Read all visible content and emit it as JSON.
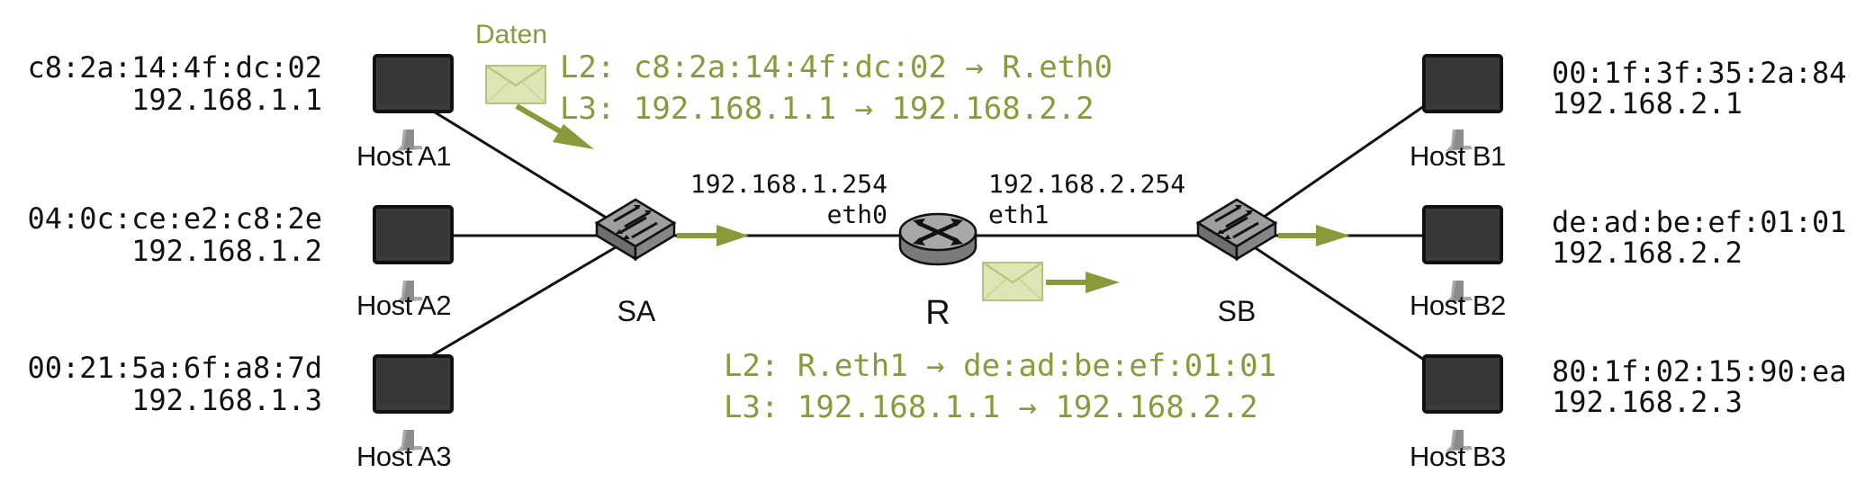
{
  "colors": {
    "accent": "#8a9a3b",
    "envelope": "#d9e5b0",
    "host": "#333333",
    "switch": "#9a9a9a",
    "router": "#9a9a9a",
    "link": "#111111"
  },
  "hosts_a": [
    {
      "mac": "c8:2a:14:4f:dc:02",
      "ip": "192.168.1.1",
      "label": "Host A1"
    },
    {
      "mac": "04:0c:ce:e2:c8:2e",
      "ip": "192.168.1.2",
      "label": "Host A2"
    },
    {
      "mac": "00:21:5a:6f:a8:7d",
      "ip": "192.168.1.3",
      "label": "Host A3"
    }
  ],
  "hosts_b": [
    {
      "mac": "00:1f:3f:35:2a:84",
      "ip": "192.168.2.1",
      "label": "Host B1"
    },
    {
      "mac": "de:ad:be:ef:01:01",
      "ip": "192.168.2.2",
      "label": "Host B2"
    },
    {
      "mac": "80:1f:02:15:90:ea",
      "ip": "192.168.2.3",
      "label": "Host B3"
    }
  ],
  "switch_a": {
    "label": "SA"
  },
  "switch_b": {
    "label": "SB"
  },
  "router": {
    "label": "R",
    "eth0": {
      "ip": "192.168.1.254",
      "name": "eth0"
    },
    "eth1": {
      "ip": "192.168.2.254",
      "name": "eth1"
    }
  },
  "packet_1": {
    "label": "Daten",
    "l2": "L2: c8:2a:14:4f:dc:02 → R.eth0",
    "l3": "L3: 192.168.1.1 → 192.168.2.2"
  },
  "packet_2": {
    "l2": "L2: R.eth1 → de:ad:be:ef:01:01",
    "l3": "L3: 192.168.1.1 → 192.168.2.2"
  },
  "icons": {
    "host": "monitor-icon",
    "switch": "switch-icon",
    "router": "router-icon",
    "packet": "envelope-icon"
  }
}
